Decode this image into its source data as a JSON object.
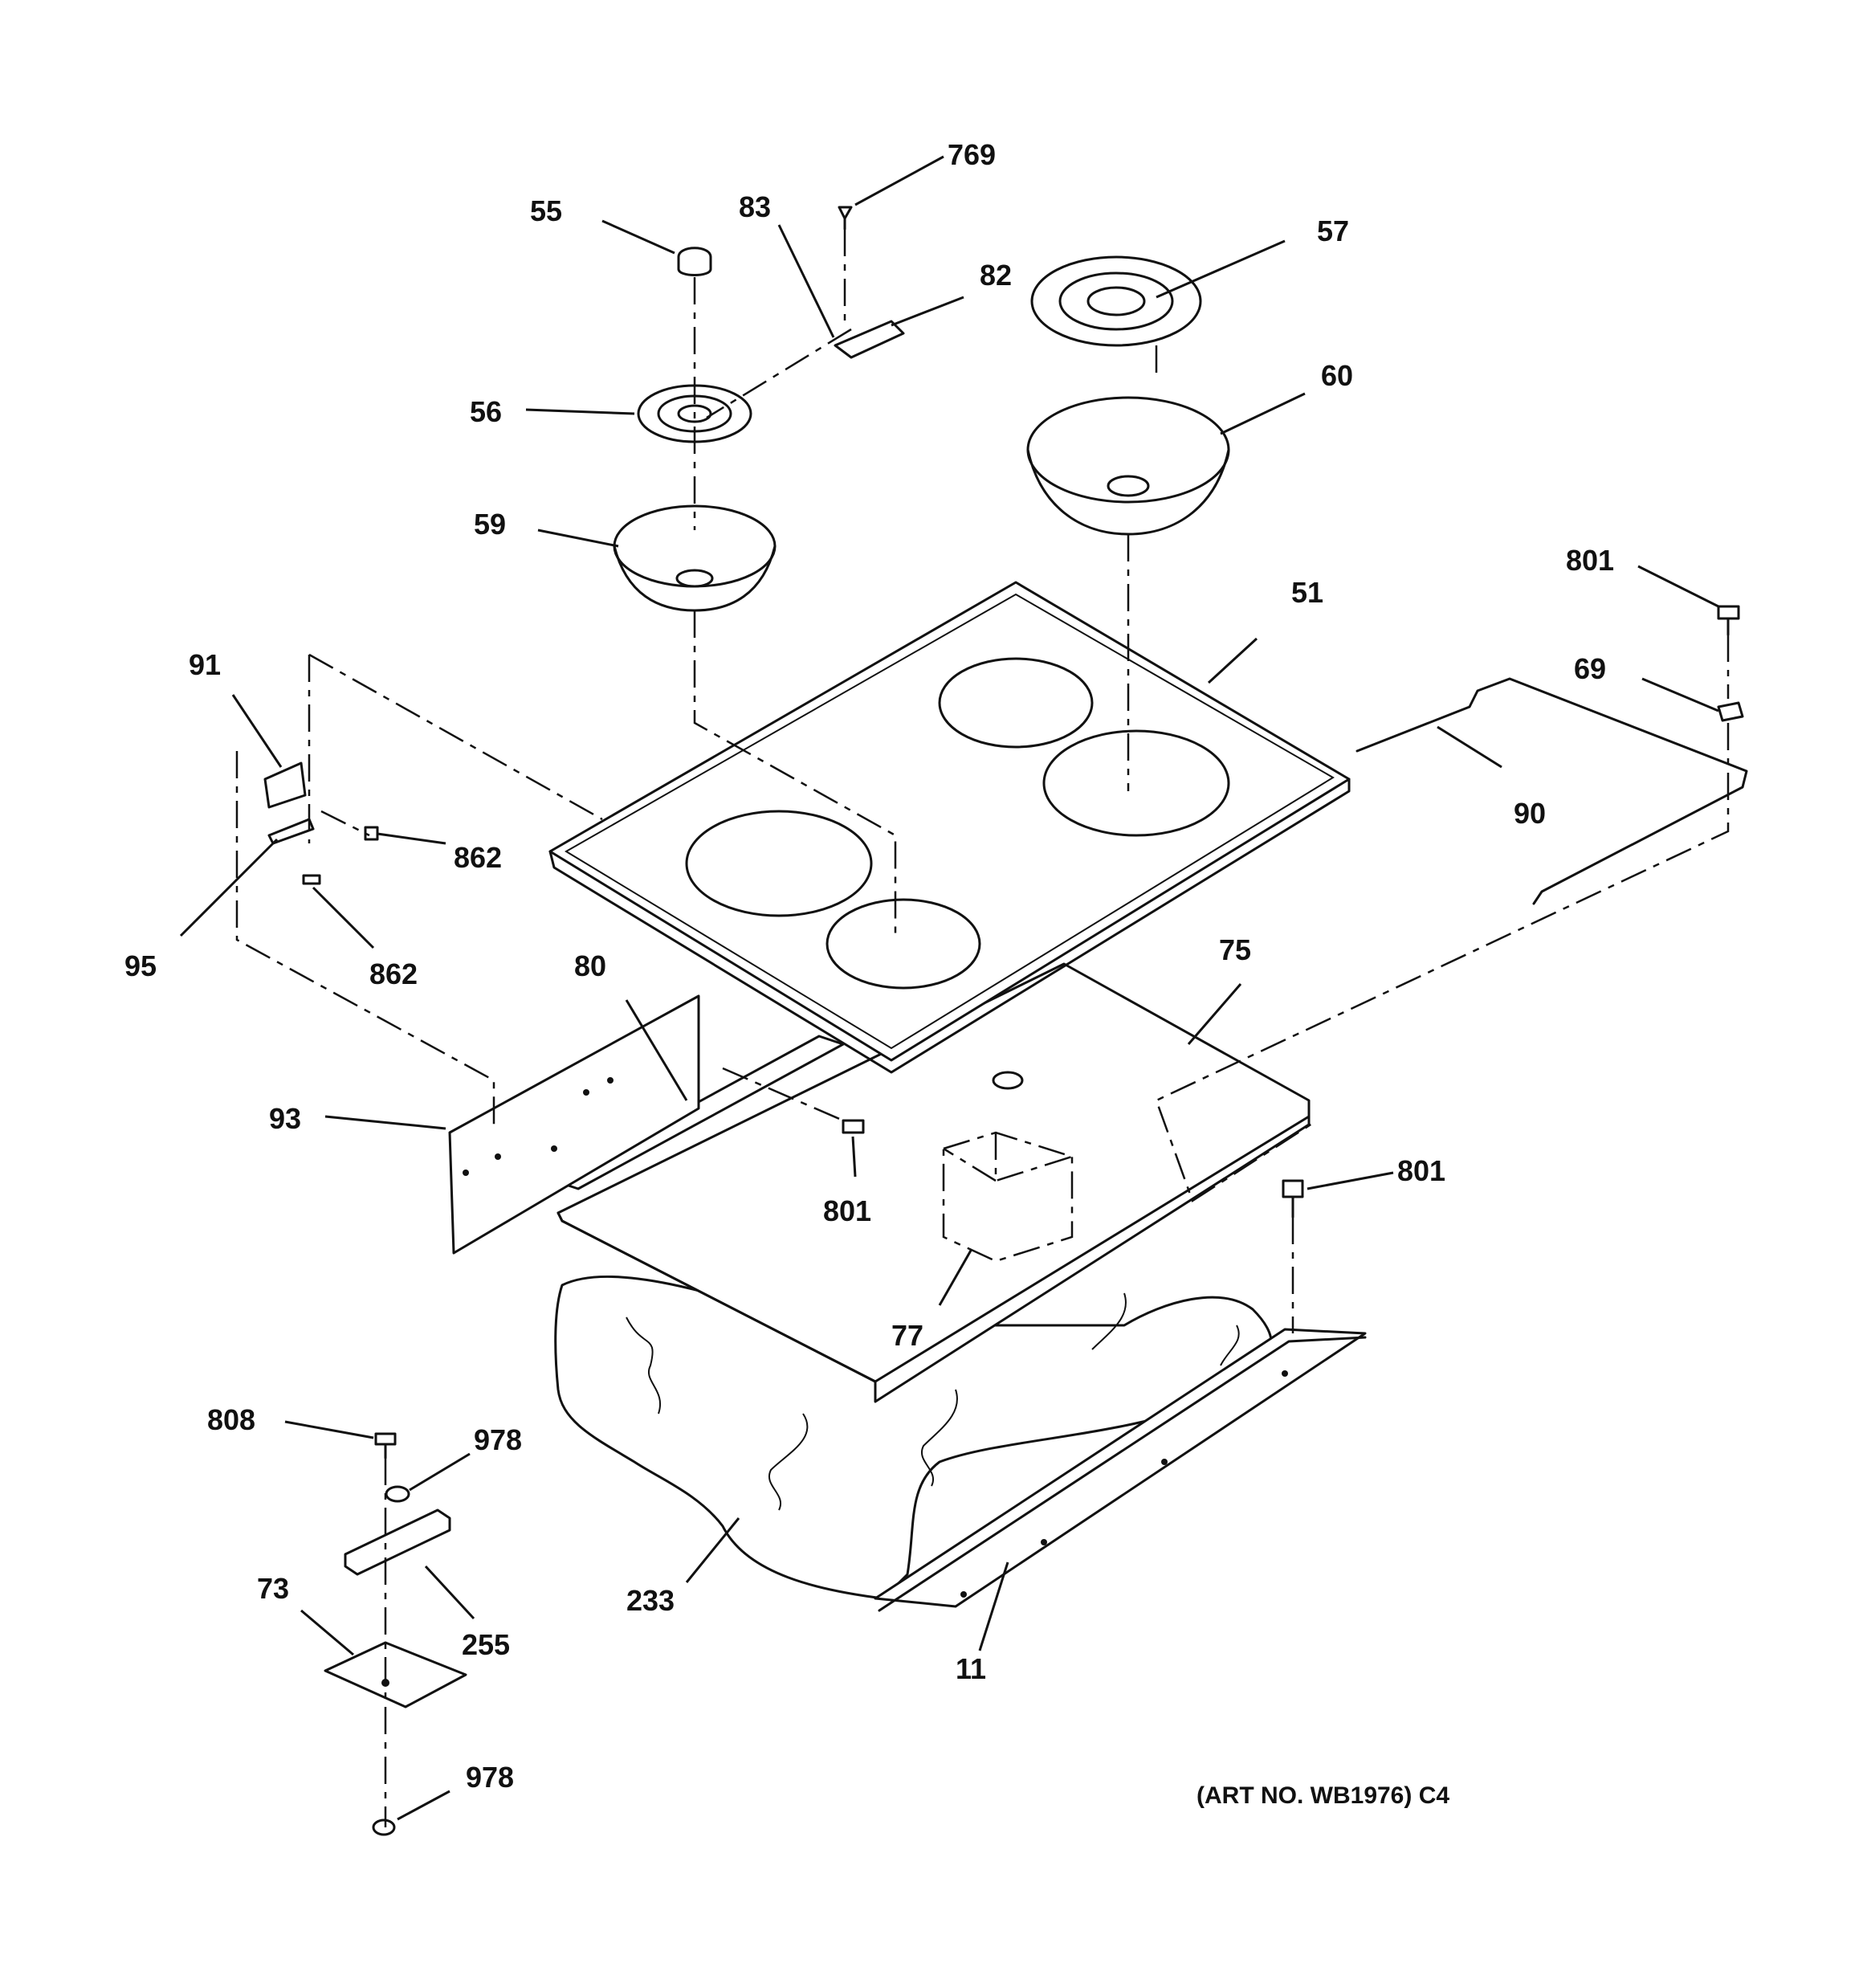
{
  "callouts": {
    "c769": "769",
    "c55": "55",
    "c83": "83",
    "c82": "82",
    "c57": "57",
    "c56": "56",
    "c60": "60",
    "c59": "59",
    "c51": "51",
    "c801a": "801",
    "c69": "69",
    "c91": "91",
    "c862a": "862",
    "c90": "90",
    "c95": "95",
    "c862b": "862",
    "c80": "80",
    "c75": "75",
    "c93": "93",
    "c801b": "801",
    "c801c": "801",
    "c77": "77",
    "c808": "808",
    "c978a": "978",
    "c73": "73",
    "c255": "255",
    "c233": "233",
    "c11": "11",
    "c978b": "978"
  },
  "art_number": "(ART NO. WB1976) C4"
}
